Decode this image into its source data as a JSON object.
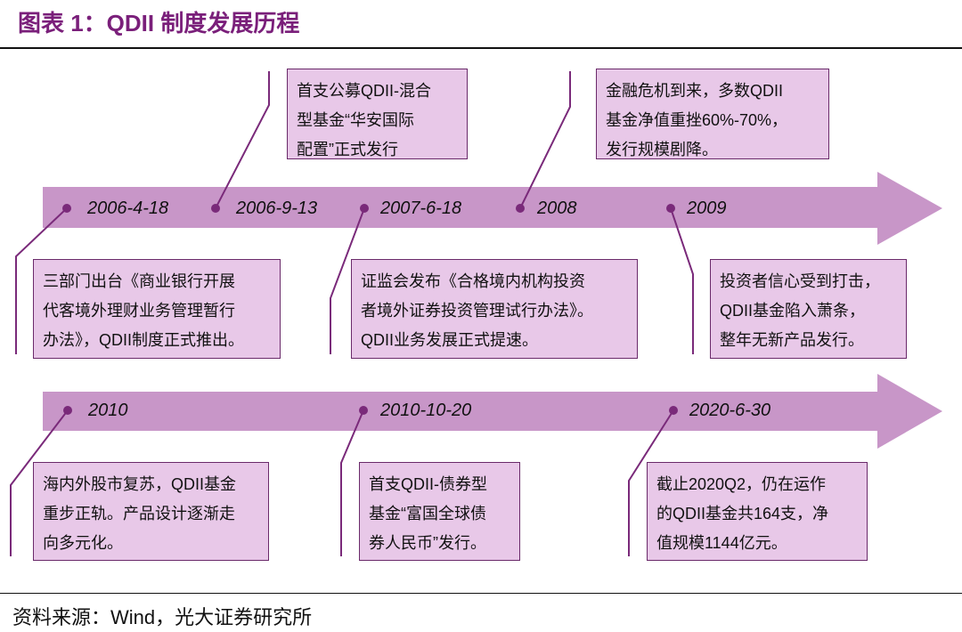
{
  "title": "图表 1：QDII 制度发展历程",
  "source": "资料来源：Wind，光大证券研究所",
  "colors": {
    "arrow": "#c896c8",
    "box_fill": "#e8c8e8",
    "line": "#7a2a7a",
    "title": "#7a1f7a"
  },
  "timeline1": {
    "dates": [
      "2006-4-18",
      "2006-9-13",
      "2007-6-18",
      "2008",
      "2009"
    ]
  },
  "timeline2": {
    "dates": [
      "2010",
      "2010-10-20",
      "2020-6-30"
    ]
  },
  "events": {
    "e1": [
      "三部门出台《商业银行开展",
      "代客境外理财业务管理暂行",
      "办法》，QDII制度正式推出。"
    ],
    "e2": [
      "首支公募QDII-混合",
      "型基金“华安国际",
      "配置”正式发行"
    ],
    "e3": [
      "证监会发布《合格境内机构投资",
      "者境外证券投资管理试行办法》。",
      "QDII业务发展正式提速。"
    ],
    "e4": [
      "金融危机到来，多数QDII",
      "基金净值重挫60%-70%，",
      "发行规模剧降。"
    ],
    "e5": [
      "投资者信心受到打击，",
      "QDII基金陷入萧条，",
      "整年无新产品发行。"
    ],
    "e6": [
      "海内外股市复苏，QDII基金",
      "重步正轨。产品设计逐渐走",
      "向多元化。"
    ],
    "e7": [
      "首支QDII-债券型",
      "基金“富国全球债",
      "券人民币”发行。"
    ],
    "e8": [
      "截止2020Q2，仍在运作",
      "的QDII基金共164支，净",
      "值规模1144亿元。"
    ]
  }
}
